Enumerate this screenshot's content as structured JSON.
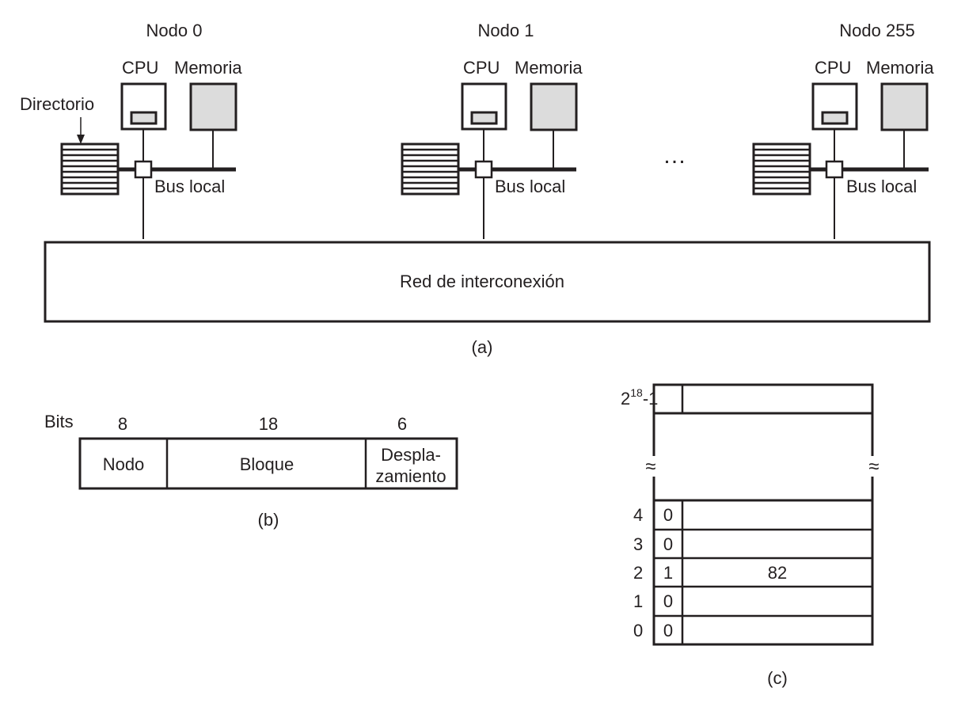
{
  "part_a": {
    "nodes": [
      {
        "title": "Nodo 0",
        "cpu_label": "CPU",
        "memory_label": "Memoria",
        "bus_label": "Bus local",
        "directory_label": "Directorio"
      },
      {
        "title": "Nodo 1",
        "cpu_label": "CPU",
        "memory_label": "Memoria",
        "bus_label": "Bus local"
      },
      {
        "title": "Nodo 255",
        "cpu_label": "CPU",
        "memory_label": "Memoria",
        "bus_label": "Bus local"
      }
    ],
    "ellipsis": "…",
    "network_label": "Red de interconexión",
    "caption": "(a)"
  },
  "part_b": {
    "bits_label": "Bits",
    "fields": [
      {
        "bits": "8",
        "name": "Nodo"
      },
      {
        "bits": "18",
        "name": "Bloque"
      },
      {
        "bits": "6",
        "name_line1": "Despla-",
        "name_line2": "zamiento"
      }
    ],
    "caption": "(b)"
  },
  "part_c": {
    "top_index_base": "2",
    "top_index_exp": "18",
    "top_index_suffix": "-1",
    "break_symbol": "≈",
    "rows": [
      {
        "index": "4",
        "bit": "0",
        "value": ""
      },
      {
        "index": "3",
        "bit": "0",
        "value": ""
      },
      {
        "index": "2",
        "bit": "1",
        "value": "82"
      },
      {
        "index": "1",
        "bit": "0",
        "value": ""
      },
      {
        "index": "0",
        "bit": "0",
        "value": ""
      }
    ],
    "caption": "(c)"
  },
  "colors": {
    "ink": "#231f20",
    "fill_gray": "#dcdcdc",
    "background": "#ffffff"
  }
}
